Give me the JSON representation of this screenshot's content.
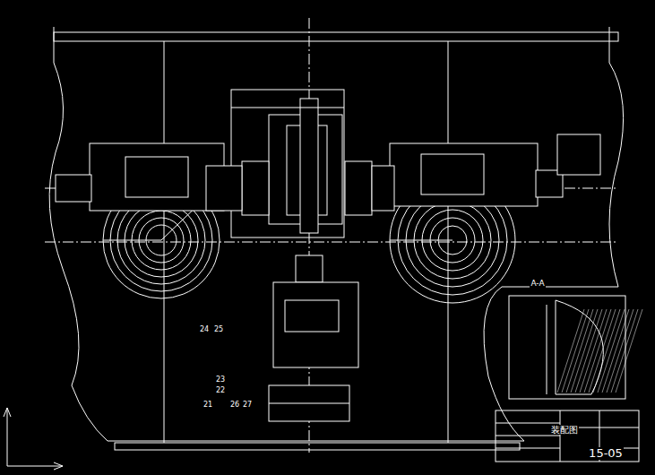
{
  "diagram": {
    "labels": [
      "15-05",
      "装配图",
      "A-A",
      "24",
      "25",
      "21",
      "22",
      "23",
      "26",
      "27"
    ]
  }
}
